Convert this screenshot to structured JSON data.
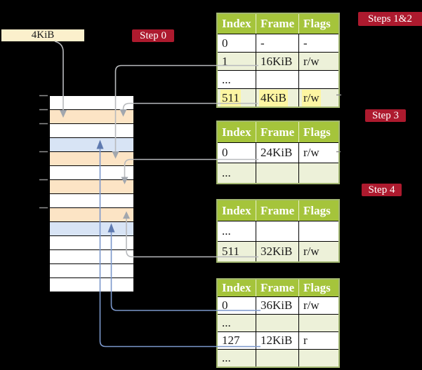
{
  "colors": {
    "background": "#000000",
    "step_label_bg": "#ad1a2e",
    "step_label_text": "#ffffff",
    "table_header_bg": "#a5c43b",
    "table_header_text": "#ffffff",
    "table_border": "#a3b871",
    "table_row_alt_bg": "#edf1d9",
    "highlight_bg": "#fdf6a2",
    "memory_peach": "#fce4c5",
    "memory_blue": "#d8e4f5",
    "memory_white": "#ffffff",
    "size_label_bg": "#fbf0cc",
    "text_dark": "#1c1c1c",
    "gray_line": "#b8babd",
    "gray_arrow": "#a2a7ae",
    "blue_line": "#7b97cb",
    "blue_arrow": "#5e7ab0",
    "tick": "#8f8f8f"
  },
  "size_label": "4KiB",
  "steps": {
    "step0": "Step 0",
    "steps12": "Steps 1&2",
    "step3": "Step 3",
    "step4": "Step 4"
  },
  "memory_rows": [
    "white",
    "peach",
    "white",
    "blue",
    "peach",
    "white",
    "peach",
    "white",
    "peach",
    "blue",
    "white",
    "white",
    "white",
    "white"
  ],
  "tables": [
    {
      "headers": [
        "Index",
        "Frame",
        "Flags"
      ],
      "rows": [
        {
          "cells": [
            "0",
            "-",
            "-"
          ]
        },
        {
          "cells": [
            "1",
            "16KiB",
            "r/w"
          ]
        },
        {
          "cells": [
            "...",
            "",
            ""
          ]
        },
        {
          "cells": [
            "511",
            "4KiB",
            "r/w"
          ],
          "highlighted": true
        }
      ]
    },
    {
      "headers": [
        "Index",
        "Frame",
        "Flags"
      ],
      "rows": [
        {
          "cells": [
            "0",
            "24KiB",
            "r/w"
          ]
        },
        {
          "cells": [
            "...",
            "",
            ""
          ]
        }
      ]
    },
    {
      "headers": [
        "Index",
        "Frame",
        "Flags"
      ],
      "rows": [
        {
          "cells": [
            "...",
            "",
            ""
          ]
        },
        {
          "cells": [
            "511",
            "32KiB",
            "r/w"
          ]
        }
      ]
    },
    {
      "headers": [
        "Index",
        "Frame",
        "Flags"
      ],
      "rows": [
        {
          "cells": [
            "0",
            "36KiB",
            "r/w"
          ]
        },
        {
          "cells": [
            "...",
            "",
            ""
          ]
        },
        {
          "cells": [
            "127",
            "12KiB",
            "r"
          ]
        },
        {
          "cells": [
            "...",
            "",
            ""
          ]
        }
      ]
    }
  ]
}
